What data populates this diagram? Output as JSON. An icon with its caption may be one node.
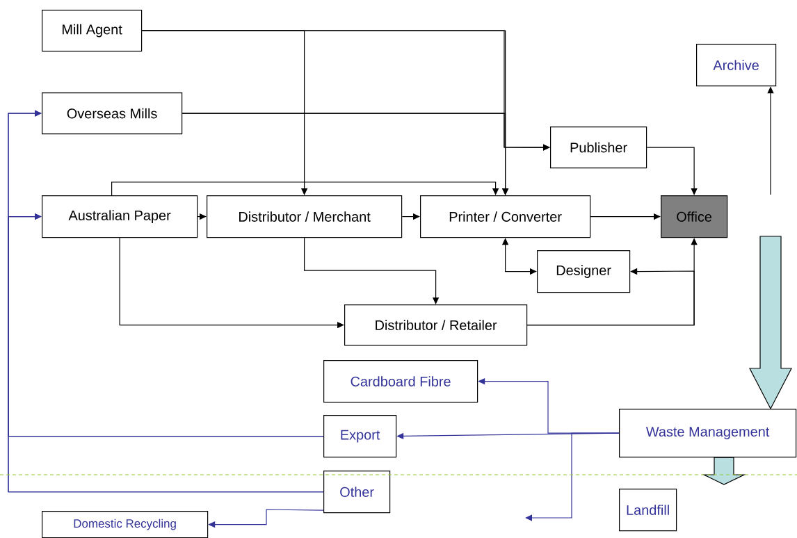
{
  "diagram": {
    "nodes": [
      {
        "text": [
          "Mill Agent"
        ]
      },
      {
        "text": [
          "Overseas Mills"
        ]
      },
      {
        "text": [
          "Archive"
        ]
      },
      {
        "text": [
          "Publisher"
        ]
      },
      {
        "text": [
          "Australian Paper"
        ]
      },
      {
        "text": [
          "Distributor / Merchant"
        ]
      },
      {
        "text": [
          "Printer / Converter"
        ]
      },
      {
        "text": [
          "Office"
        ]
      },
      {
        "text": [
          "Designer"
        ]
      },
      {
        "text": [
          "Distributor / Retailer"
        ]
      },
      {
        "text": [
          "Cardboard Fibre"
        ]
      },
      {
        "text": [
          "Waste Management"
        ]
      },
      {
        "text": [
          "Export"
        ]
      },
      {
        "text": [
          "Other"
        ]
      },
      {
        "text": [
          "Landfill"
        ]
      },
      {
        "text": [
          "Domestic Recycling"
        ]
      }
    ],
    "edges": [
      {
        "from": 0,
        "to": 5,
        "arrow": "to"
      },
      {
        "from": 0,
        "to": 6,
        "arrow": "to"
      },
      {
        "from": 0,
        "to": 3,
        "arrow": "to"
      },
      {
        "from": 1,
        "to": 6,
        "arrow": "to"
      },
      {
        "from": 1,
        "to": 3,
        "arrow": "to"
      },
      {
        "from": 4,
        "to": 6,
        "arrow": "to"
      },
      {
        "from": 4,
        "to": 5,
        "arrow": "to"
      },
      {
        "from": 4,
        "to": 9,
        "arrow": "to"
      },
      {
        "from": 5,
        "to": 6,
        "arrow": "to"
      },
      {
        "from": 5,
        "to": 9,
        "arrow": "to"
      },
      {
        "from": 6,
        "to": 7,
        "arrow": "to"
      },
      {
        "from": 3,
        "to": 7,
        "arrow": "to"
      },
      {
        "from": 6,
        "to": 8,
        "arrow": "both"
      },
      {
        "from": 9,
        "to": 7,
        "arrow": "to"
      },
      {
        "from": 9,
        "to": 8,
        "arrow": "to"
      },
      {
        "from": null,
        "to": 2,
        "arrow": "to"
      },
      {
        "from": null,
        "to": 11,
        "arrow": "to",
        "style": "thick",
        "color": "#b9dfe0"
      },
      {
        "from": 11,
        "to": null,
        "arrow": "to",
        "style": "thick",
        "color": "#b9dfe0"
      },
      {
        "from": 11,
        "to": 12,
        "arrow": "to",
        "color": "#333399"
      },
      {
        "from": 11,
        "to": 10,
        "arrow": "to",
        "color": "#333399"
      },
      {
        "from": 11,
        "to": null,
        "arrow": "to",
        "color": "#333399"
      },
      {
        "from": 12,
        "to": 4,
        "arrow": "to",
        "color": "#333399"
      },
      {
        "from": 12,
        "to": 1,
        "arrow": "to",
        "color": "#333399"
      },
      {
        "from": 13,
        "to": 4,
        "arrow": "to",
        "color": "#333399"
      },
      {
        "from": 13,
        "to": 1,
        "arrow": "to",
        "color": "#333399"
      },
      {
        "from": 13,
        "to": 15,
        "arrow": "to",
        "color": "#333399"
      }
    ]
  }
}
